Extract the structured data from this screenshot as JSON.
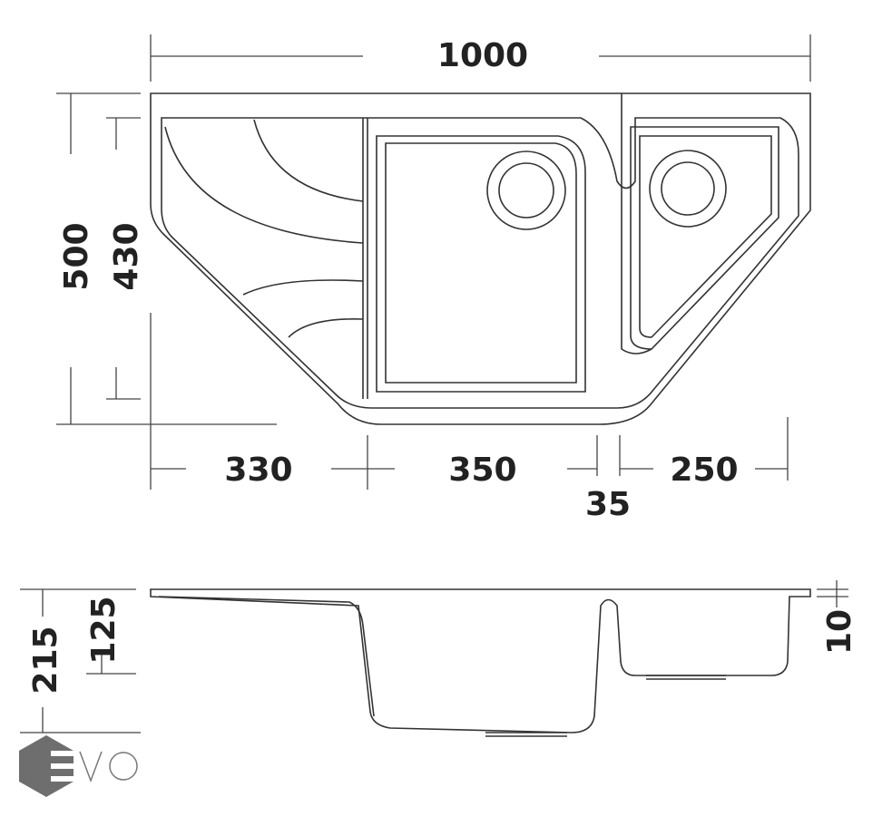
{
  "title": "Corner sink technical drawing",
  "dimensions": {
    "total_width": "1000",
    "total_depth": "500",
    "bowl_depth_plan": "430",
    "drainboard_width": "330",
    "main_bowl_width": "350",
    "divider_width": "35",
    "small_bowl_width": "250",
    "total_height": "215",
    "small_bowl_height": "125",
    "rim_thickness": "10"
  },
  "logo": {
    "text": "EVO",
    "color": "#6e6e6e"
  },
  "colors": {
    "line": "#333333",
    "background": "#ffffff"
  }
}
